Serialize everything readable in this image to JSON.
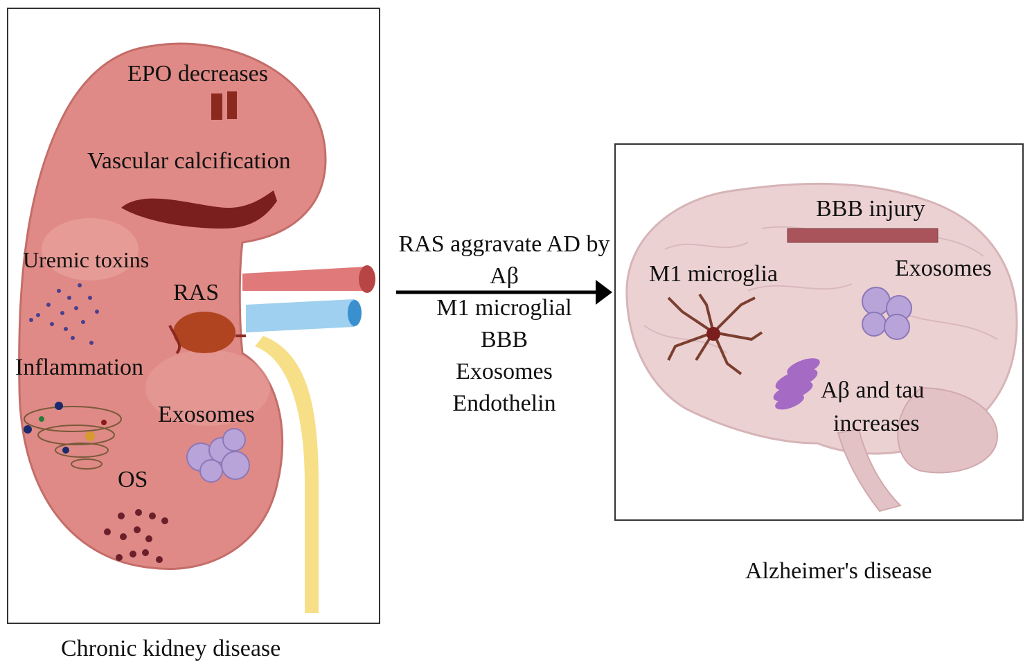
{
  "kidney_panel": {
    "caption": "Chronic kidney disease",
    "labels": {
      "epo": "EPO decreases",
      "vascular": "Vascular calcification",
      "uremic": "Uremic toxins",
      "ras": "RAS",
      "inflammation": "Inflammation",
      "exosomes": "Exosomes",
      "os": "OS"
    }
  },
  "arrow_text": {
    "line1": "RAS aggravate AD by",
    "line2": "Aβ",
    "line3": "M1 microglial",
    "line4": "BBB",
    "line5": "Exosomes",
    "line6": "Endothelin"
  },
  "brain_panel": {
    "caption": "Alzheimer's disease",
    "labels": {
      "bbb": "BBB injury",
      "m1": "M1 microglia",
      "exosomes": "Exosomes",
      "abeta_line1": "Aβ and tau",
      "abeta_line2": "increases"
    }
  },
  "colors": {
    "kidney": "#df8a86",
    "kidney_dark": "#c9706d",
    "artery": "#e07a7a",
    "vein": "#9fd0ef",
    "ureter": "#f6df87",
    "brain": "#ecd1d3",
    "exosome": "#b8a4d8"
  }
}
